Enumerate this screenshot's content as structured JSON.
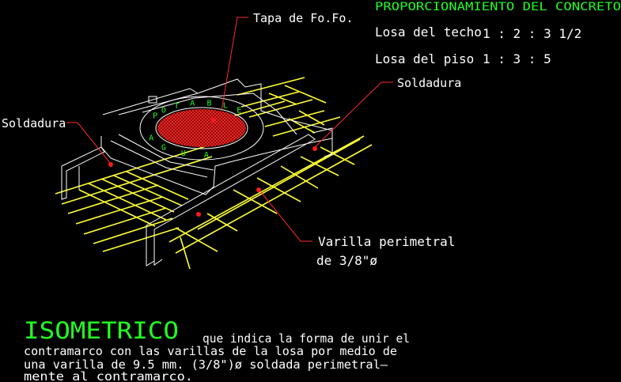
{
  "labels": {
    "tapa": "Tapa de Fo.Fo.",
    "soldadura_left": "Soldadura",
    "soldadura_right": "Soldadura",
    "varilla_line1": "Varilla perimetral",
    "varilla_line2": "de 3/8\"ø"
  },
  "lid_letters": [
    "A",
    "G",
    "U",
    "A",
    "P",
    "O",
    "T",
    "A",
    "B",
    "L",
    "E"
  ],
  "proporcionamiento": {
    "title": "PROPORCIONAMIENTO DEL CONCRETO",
    "rows": [
      {
        "label": "Losa del techo",
        "ratio": "1 : 2 : 3 1/2"
      },
      {
        "label": "Losa del piso",
        "ratio": "1 : 3 : 5"
      }
    ]
  },
  "caption": {
    "heading": "ISOMETRICO",
    "line1": "que indica la forma de unir el",
    "line2": "contramarco con las varillas de la losa por medio de",
    "line3": "una varilla de 9.5 mm. (3/8\")ø soldada perimetral—",
    "line4": "mente al contramarco."
  },
  "colors": {
    "background": "#000000",
    "text": "#ffffff",
    "accent_green": "#22ff22",
    "rebar": "#ffff33",
    "leader_red": "#ff2a2a"
  }
}
